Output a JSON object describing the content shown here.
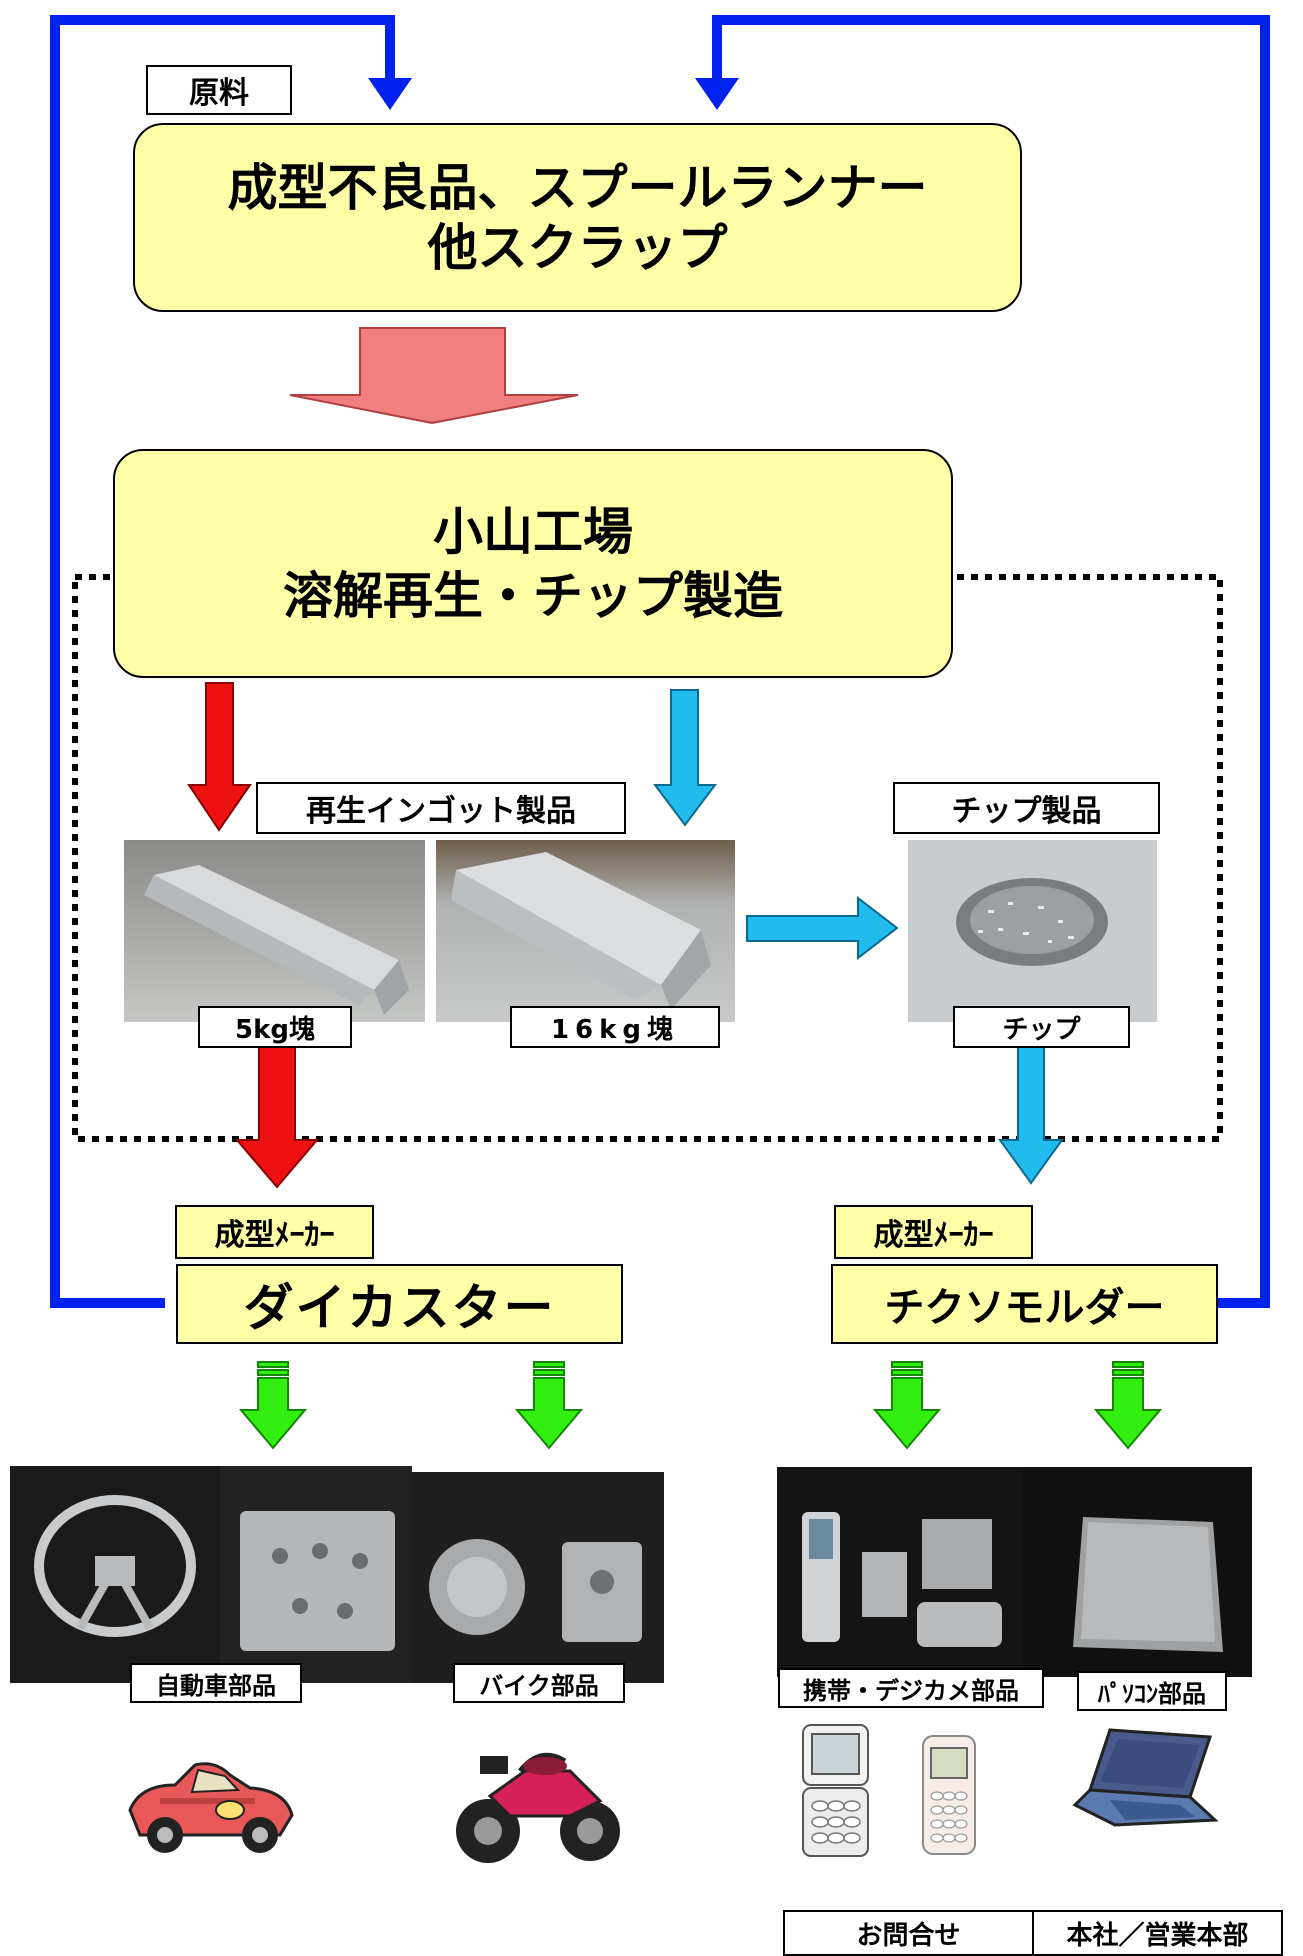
{
  "raw_label": "原料",
  "raw_box": {
    "line1": "成型不良品、スプールランナー",
    "line2": "他スクラップ"
  },
  "factory_box": {
    "line1": "小山工場",
    "line2": "溶解再生・チップ製造"
  },
  "ingot_label": "再生インゴット製品",
  "chip_label": "チップ製品",
  "ingot_5": "5kg塊",
  "ingot_16": "16kg塊",
  "chip_caption": "チップ",
  "maker_left": {
    "tag": "成型ﾒｰｶｰ",
    "name": "ダイカスター"
  },
  "maker_right": {
    "tag": "成型ﾒｰｶｰ",
    "name": "チクソモルダー"
  },
  "products": {
    "auto": "自動車部品",
    "bike": "バイク部品",
    "phone": "携帯・デジカメ部品",
    "pc": "ﾊﾟｿｺﾝ部品"
  },
  "contact": {
    "label": "お問合せ",
    "value": "本社／営業本部"
  },
  "colors": {
    "yellow": "#ffffa8",
    "blue_line": "#0022ee",
    "red_arrow": "#ee1111",
    "cyan_arrow": "#22bbee",
    "pink_arrow": "#f08080",
    "green_arrow": "#33ee11"
  }
}
